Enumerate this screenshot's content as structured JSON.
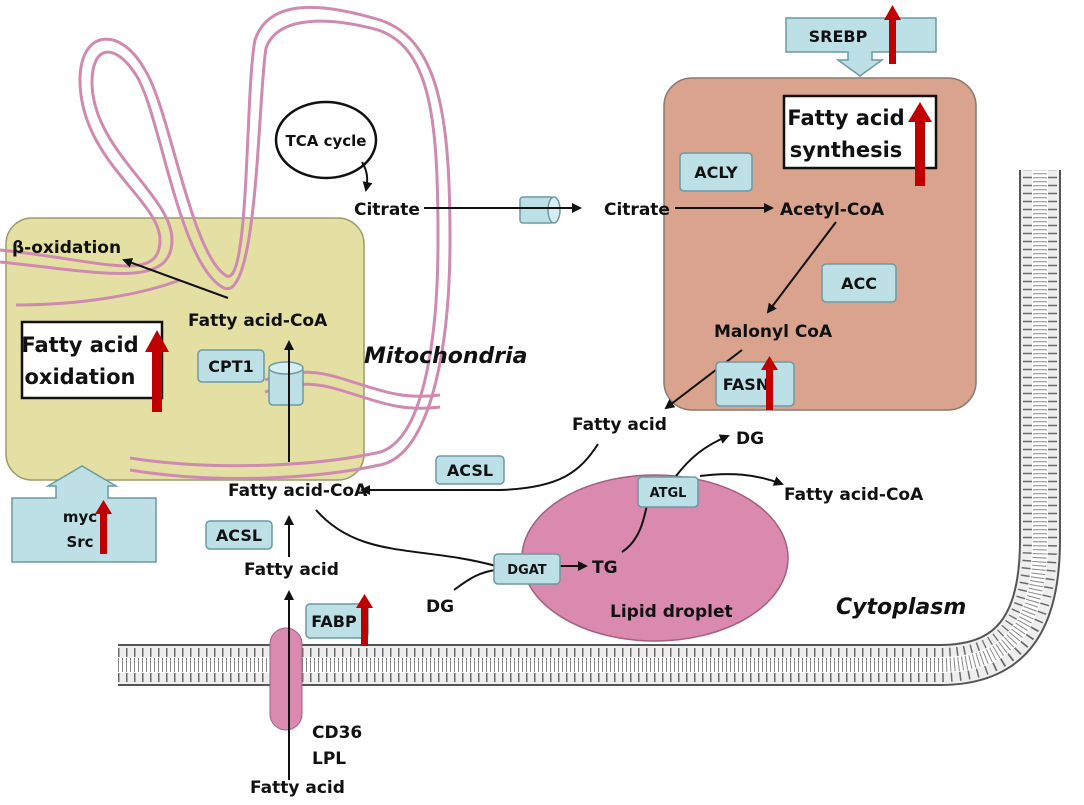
{
  "labels": {
    "tca_cycle": "TCA cycle",
    "citrate_mito": "Citrate",
    "citrate_cyto": "Citrate",
    "beta_oxidation": "β-oxidation",
    "fatty_acid_coa_mito": "Fatty acid-CoA",
    "mitochondria": "Mitochondria",
    "fatty_acid_oxidation_1": "Fatty acid",
    "fatty_acid_oxidation_2": "oxidation",
    "fatty_acid_synthesis_1": "Fatty acid",
    "fatty_acid_synthesis_2": "synthesis",
    "acetyl_coa": "Acetyl-CoA",
    "malonyl_coa": "Malonyl CoA",
    "fatty_acid_mid": "Fatty acid",
    "dg_top": "DG",
    "fatty_acid_coa_right": "Fatty acid-CoA",
    "fatty_acid_coa_center": "Fatty acid-CoA",
    "fatty_acid_lower": "Fatty acid",
    "tg": "TG",
    "dg_bottom": "DG",
    "lipid_droplet": "Lipid droplet",
    "cytoplasm": "Cytoplasm",
    "cd36": "CD36",
    "lpl": "LPL",
    "fatty_acid_bottom": "Fatty acid"
  },
  "enzymes": {
    "srebp": "SREBP",
    "acly": "ACLY",
    "acc": "ACC",
    "fasn": "FASN",
    "cpt1": "CPT1",
    "acsl_mid": "ACSL",
    "acsl_left": "ACSL",
    "atgl": "ATGL",
    "dgat": "DGAT",
    "fabp": "FABP",
    "myc": "myc",
    "src": "Src"
  },
  "colors": {
    "mito_box": "#e4e0a4",
    "mito_membrane": "#cf8ab0",
    "synthesis_box": "#d9a38d",
    "enzyme_box": "#bde0e6",
    "lipid_droplet": "#d98aae",
    "up_arrow": "#c00000"
  },
  "icons": [
    "up-regulation-arrow",
    "membrane-channel",
    "phospholipid-bilayer"
  ]
}
